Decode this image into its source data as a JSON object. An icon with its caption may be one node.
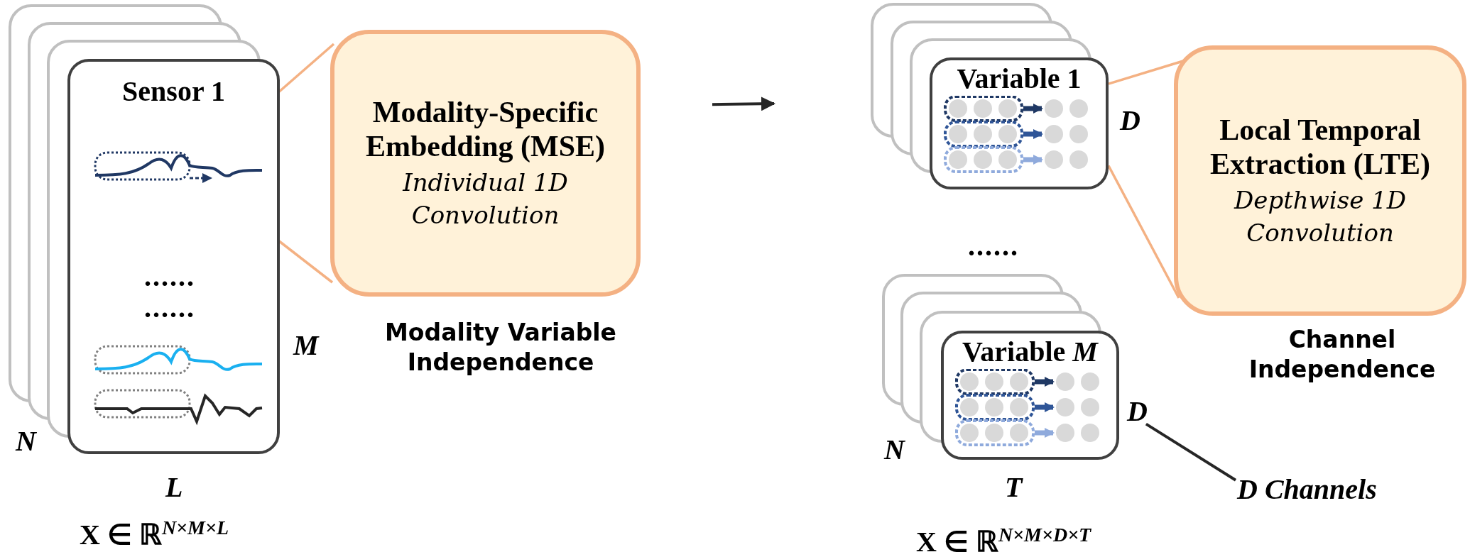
{
  "diagram": {
    "nodes": [
      {
        "text": [
          "Sensor 1"
        ]
      },
      {
        "text": [
          "Modality-Specific Embedding (MSE)",
          "Individual 1D Convolution"
        ],
        "beside": [
          "Modality Variable Independence"
        ]
      },
      {
        "text": [
          "Variable 1"
        ]
      },
      {
        "text": [
          "Local Temporal Extraction (LTE)",
          "Depthwise 1D Convolution"
        ],
        "beside": [
          "Channel Independence"
        ]
      },
      {
        "text": [
          "Variable *M*"
        ]
      },
      {
        "text": [
          "D"
        ]
      },
      {
        "text": [
          "D Channels"
        ]
      },
      {
        "text": [],
        "shape": "picture",
        "in": 0
      }
    ],
    "edges": [
      {
        "from": 1,
        "to": 7,
        "arrow": "none"
      },
      {
        "from": 1,
        "to": 7,
        "arrow": "none"
      },
      {
        "from": 1,
        "to": 2,
        "arrow": "to",
        "color": "#262626"
      },
      {
        "from": 3,
        "to": 2,
        "arrow": "none"
      },
      {
        "from": 3,
        "to": 2,
        "arrow": "none"
      },
      {
        "from": 5,
        "to": 6,
        "arrow": "none",
        "color": "#262626"
      }
    ],
    "labels": [
      "......",
      "......",
      "M",
      "N",
      "L",
      "X ∈ ℝ$^{N×M×L}$",
      "D",
      "......",
      "N",
      "T",
      "X ∈ ℝ$^{N×M×D×T}$"
    ]
  }
}
